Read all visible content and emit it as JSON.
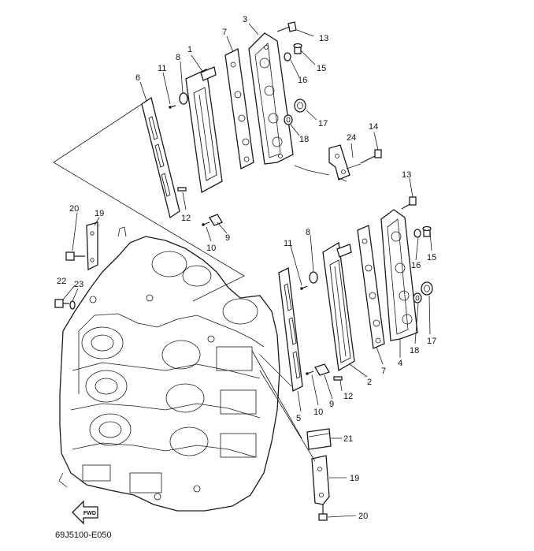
{
  "diagram": {
    "code": "69J5100-E050",
    "fwd_label": "FWD",
    "callouts": {
      "c1": "1",
      "c2": "2",
      "c3": "3",
      "c4": "4",
      "c5": "5",
      "c6": "6",
      "c7a": "7",
      "c7b": "7",
      "c8a": "8",
      "c8b": "8",
      "c9a": "9",
      "c9b": "9",
      "c10a": "10",
      "c10b": "10",
      "c11a": "11",
      "c11b": "11",
      "c12a": "12",
      "c12b": "12",
      "c13a": "13",
      "c13b": "13",
      "c14": "14",
      "c15a": "15",
      "c15b": "15",
      "c16a": "16",
      "c16b": "16",
      "c17a": "17",
      "c17b": "17",
      "c18a": "18",
      "c18b": "18",
      "c19a": "19",
      "c19b": "19",
      "c20a": "20",
      "c20b": "20",
      "c21": "21",
      "c22": "22",
      "c23": "23",
      "c24": "24"
    },
    "colors": {
      "line": "#1a1a1a",
      "background": "#ffffff"
    }
  }
}
